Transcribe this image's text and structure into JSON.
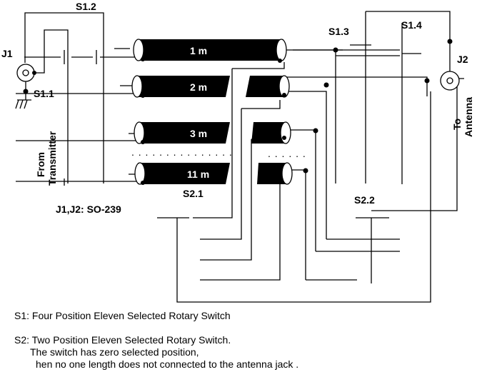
{
  "labels": {
    "s1_2": "S1.2",
    "s1_1": "S1.1",
    "s1_3": "S1.3",
    "s1_4": "S1.4",
    "s2_1": "S2.1",
    "s2_2": "S2.2",
    "j1": "J1",
    "j2": "J2",
    "connectors": "J1,J2: SO-239",
    "from_1": "From",
    "from_2": "Transmitter",
    "to_1": "To",
    "to_2": "Antenna"
  },
  "cables": [
    "1 m",
    "2 m",
    "3 m",
    "11 m"
  ],
  "dots_row": ". . . . . . . . . . . . . . .",
  "dots_row2": ". . . . . .",
  "notes": {
    "s1": "S1: Four Position Eleven Selected Rotary Switch",
    "s2": "S2: Two  Position Eleven Selected Rotary Switch.",
    "line3": "The switch has zero selected position,",
    "line4": "hen no one length does not connected to the antenna jack ."
  }
}
